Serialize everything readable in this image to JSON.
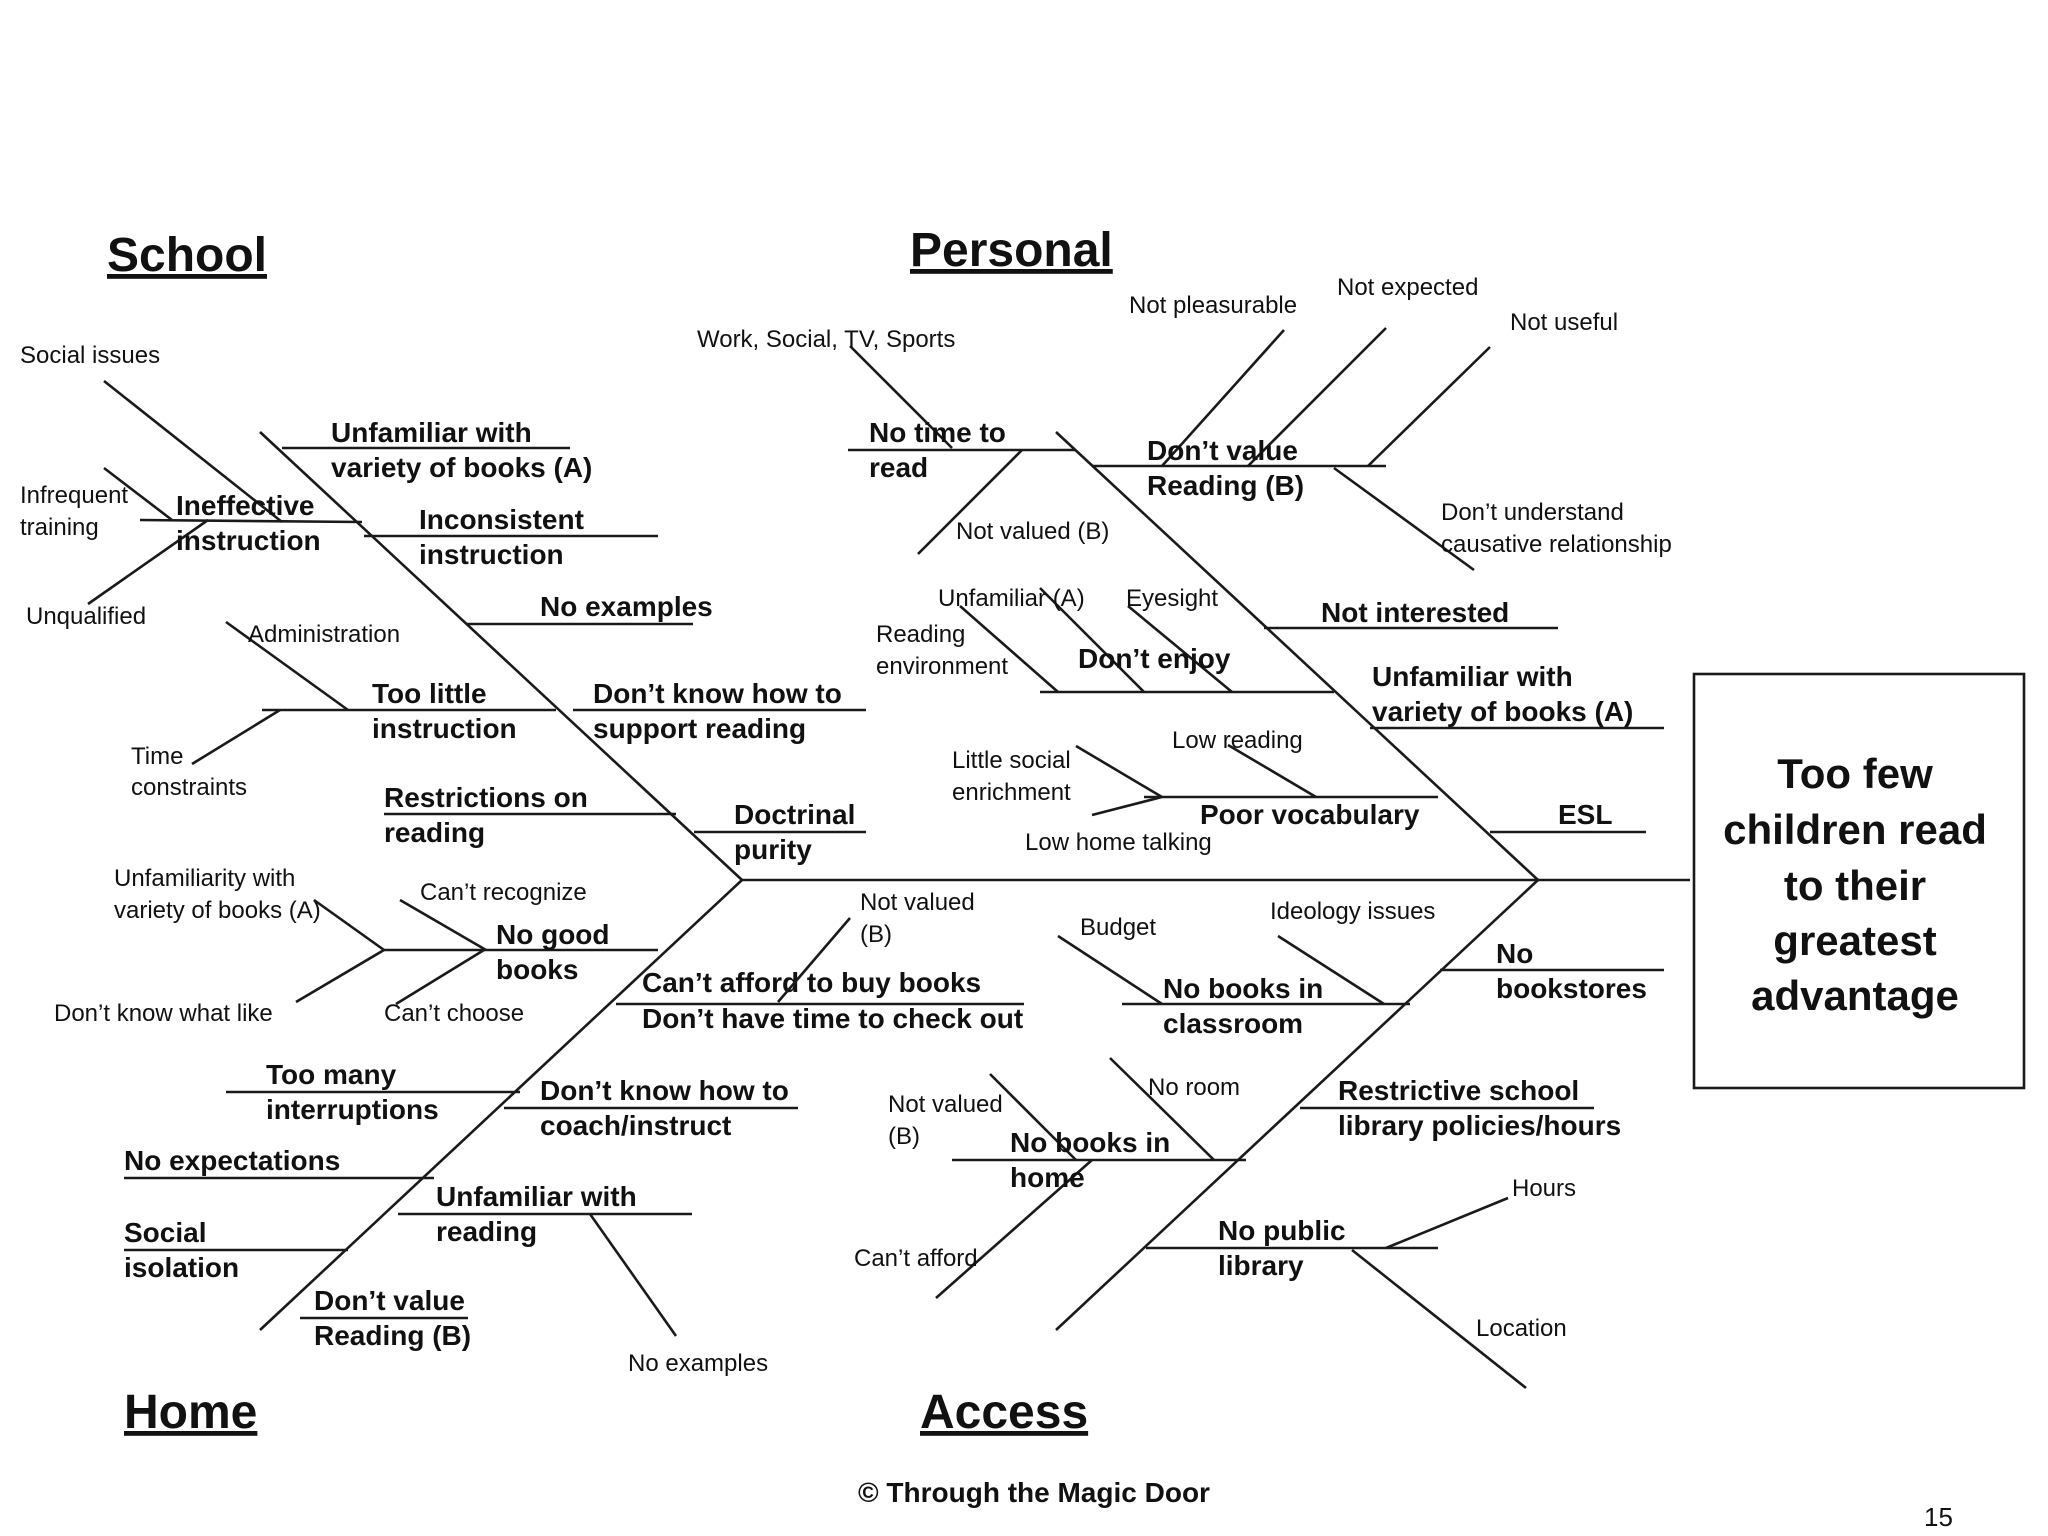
{
  "categories": {
    "school": "School",
    "personal": "Personal",
    "home": "Home",
    "access": "Access"
  },
  "effect": [
    "Too few",
    "children read",
    "to their",
    "greatest",
    "advantage"
  ],
  "school": {
    "social_issues": "Social issues",
    "unfamiliar_variety": [
      "Unfamiliar with",
      "variety of books (A)"
    ],
    "infrequent_training": [
      "Infrequent",
      "training"
    ],
    "ineffective_instruction": [
      "Ineffective",
      "instruction"
    ],
    "inconsistent_instruction": [
      "Inconsistent",
      "instruction"
    ],
    "unqualified": "Unqualified",
    "no_examples": "No examples",
    "administration": "Administration",
    "too_little_instruction": [
      "Too little",
      "instruction"
    ],
    "dont_know_support": [
      "Don’t know how to",
      "support reading"
    ],
    "time_constraints": [
      "Time",
      "constraints"
    ],
    "restrictions_on_reading": [
      "Restrictions on",
      "reading"
    ],
    "doctrinal_purity": [
      "Doctrinal",
      "purity"
    ]
  },
  "personal": {
    "not_pleasurable": "Not pleasurable",
    "not_expected": "Not expected",
    "not_useful": "Not useful",
    "work_social": "Work, Social, TV, Sports",
    "no_time_to_read": [
      "No time to",
      "read"
    ],
    "dont_value_reading": [
      "Don’t value",
      "Reading (B)"
    ],
    "not_valued": "Not valued (B)",
    "dont_understand": [
      "Don’t understand",
      "causative relationship"
    ],
    "unfamiliar_a": "Unfamiliar (A)",
    "eyesight": "Eyesight",
    "not_interested": "Not interested",
    "reading_environment": [
      "Reading",
      "environment"
    ],
    "dont_enjoy": "Don’t enjoy",
    "unfamiliar_variety": [
      "Unfamiliar with",
      "variety of books (A)"
    ],
    "low_reading": "Low reading",
    "little_social": [
      "Little social",
      "enrichment"
    ],
    "poor_vocabulary": "Poor vocabulary",
    "esl": "ESL",
    "low_home_talking": "Low home talking"
  },
  "home": {
    "unfamiliarity_variety": [
      "Unfamiliarity with",
      "variety of books (A)"
    ],
    "cant_recognize": "Can’t recognize",
    "no_good_books": [
      "No good",
      "books"
    ],
    "dont_know_what_like": "Don’t know what like",
    "cant_choose": "Can’t choose",
    "cant_afford_buy": "Can’t afford to buy books",
    "dont_have_time": "Don’t have time to check out",
    "too_many_interruptions": [
      "Too many",
      "interruptions"
    ],
    "dont_know_coach": [
      "Don’t know how to",
      "coach/instruct"
    ],
    "no_expectations": "No expectations",
    "unfamiliar_reading": [
      "Unfamiliar with",
      "reading"
    ],
    "social_isolation": [
      "Social",
      "isolation"
    ],
    "dont_value_reading": [
      "Don’t value",
      "Reading (B)"
    ],
    "no_examples": "No examples"
  },
  "access": {
    "not_valued_top": [
      "Not valued",
      "(B)"
    ],
    "budget": "Budget",
    "ideology_issues": "Ideology issues",
    "no_bookstores": [
      "No",
      "bookstores"
    ],
    "no_books_classroom": [
      "No books in",
      "classroom"
    ],
    "not_valued_home": [
      "Not valued",
      "(B)"
    ],
    "no_room": "No room",
    "restrictive_school": [
      "Restrictive school",
      "library policies/hours"
    ],
    "no_books_home": [
      "No books in",
      "home"
    ],
    "hours": "Hours",
    "cant_afford": "Can’t afford",
    "no_public_library": [
      "No public",
      "library"
    ],
    "location": "Location"
  },
  "footer": "© Through the Magic Door",
  "page_number": "15"
}
